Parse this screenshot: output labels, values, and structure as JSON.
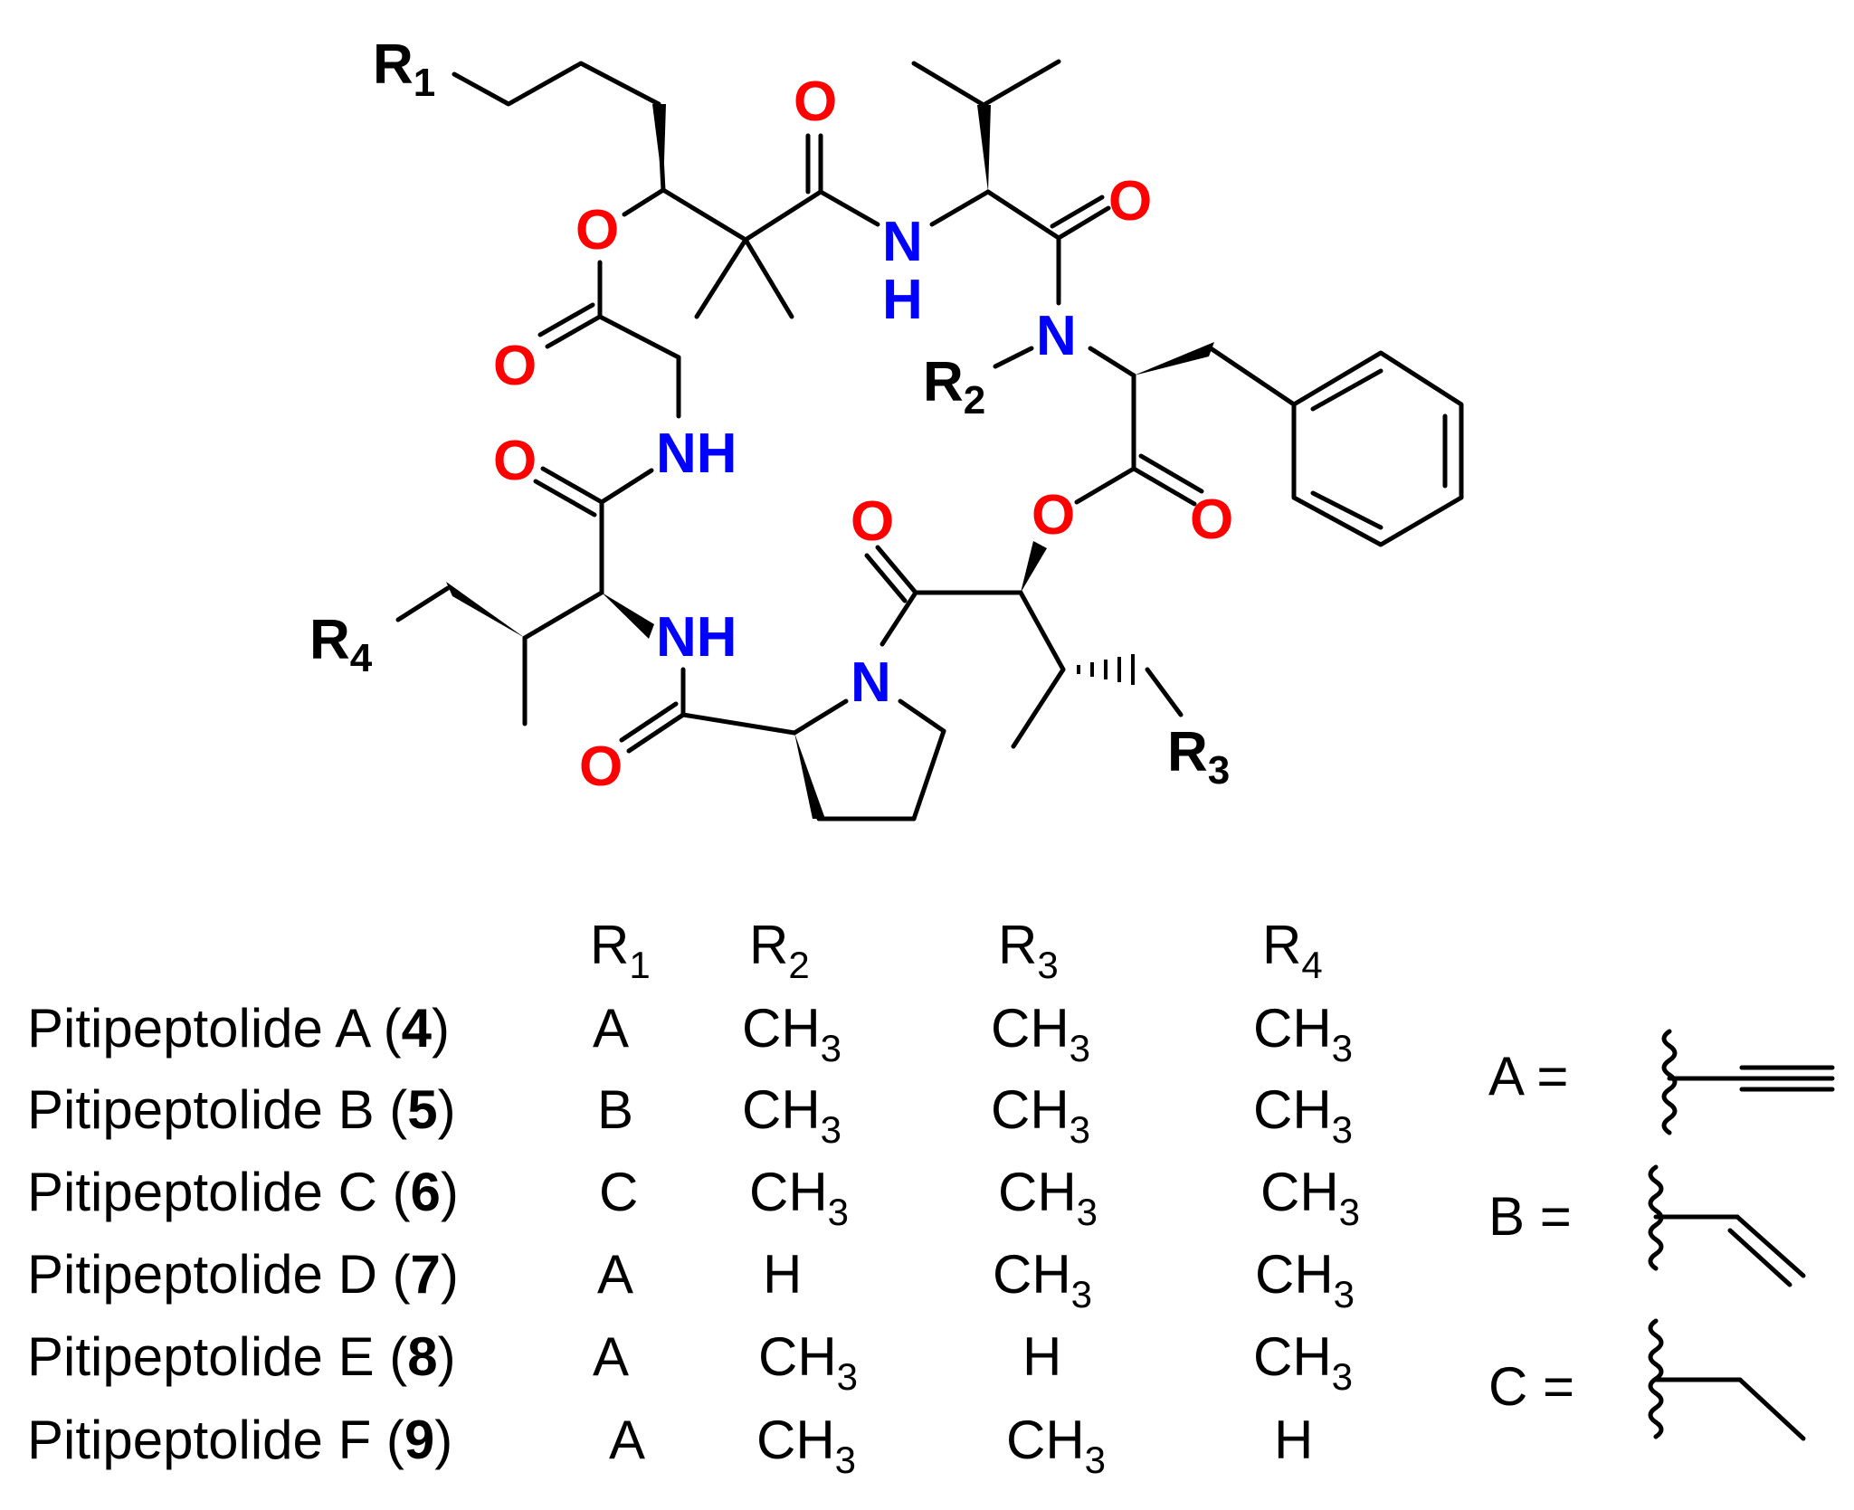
{
  "colors": {
    "bond": "#000000",
    "oxygen": "#ff0000",
    "nitrogen": "#0000ff",
    "carbon_label": "#000000",
    "background": "#ffffff"
  },
  "structure": {
    "atoms": {
      "O_ester1": "O",
      "O_carbonyl1": "O",
      "O_carbonyl2": "O",
      "O_carbonyl3": "O",
      "O_carbonyl4": "O",
      "O_carbonyl5": "O",
      "O_carbonyl6": "O",
      "O_ester2": "O",
      "O_carbonyl7": "O",
      "N_top": "N",
      "H_top": "H",
      "N_methyl": "N",
      "NH_left": "NH",
      "NH_bottom": "NH",
      "N_pro": "N"
    },
    "r_groups": {
      "r1": {
        "main": "R",
        "sub": "1"
      },
      "r2": {
        "main": "R",
        "sub": "2"
      },
      "r3": {
        "main": "R",
        "sub": "3"
      },
      "r4": {
        "main": "R",
        "sub": "4"
      }
    }
  },
  "table": {
    "headers": [
      {
        "main": "R",
        "sub": "1"
      },
      {
        "main": "R",
        "sub": "2"
      },
      {
        "main": "R",
        "sub": "3"
      },
      {
        "main": "R",
        "sub": "4"
      }
    ],
    "rows": [
      {
        "name": "Pitipeptolide A (",
        "num": "4",
        "close": ")",
        "r1": "A",
        "r2": "CH",
        "r2s": "3",
        "r3": "CH",
        "r3s": "3",
        "r4": "CH",
        "r4s": "3"
      },
      {
        "name": "Pitipeptolide B (",
        "num": "5",
        "close": ")",
        "r1": "B",
        "r2": "CH",
        "r2s": "3",
        "r3": "CH",
        "r3s": "3",
        "r4": "CH",
        "r4s": "3"
      },
      {
        "name": "Pitipeptolide C (",
        "num": "6",
        "close": ")",
        "r1": "C",
        "r2": "CH",
        "r2s": "3",
        "r3": "CH",
        "r3s": "3",
        "r4": "CH",
        "r4s": "3"
      },
      {
        "name": "Pitipeptolide D (",
        "num": "7",
        "close": ")",
        "r1": "A",
        "r2": "H",
        "r2s": "",
        "r3": "CH",
        "r3s": "3",
        "r4": "CH",
        "r4s": "3"
      },
      {
        "name": "Pitipeptolide E (",
        "num": "8",
        "close": ")",
        "r1": "A",
        "r2": "CH",
        "r2s": "3",
        "r3": "H",
        "r3s": "",
        "r4": "CH",
        "r4s": "3"
      },
      {
        "name": "Pitipeptolide F (",
        "num": "9",
        "close": ")",
        "r1": "A",
        "r2": "CH",
        "r2s": "3",
        "r3": "CH",
        "r3s": "3",
        "r4": "H",
        "r4s": ""
      }
    ]
  },
  "substituents": [
    {
      "label": "A =",
      "icon": "alkyne-fragment"
    },
    {
      "label": "B =",
      "icon": "alkene-fragment"
    },
    {
      "label": "C =",
      "icon": "ethyl-fragment"
    }
  ]
}
